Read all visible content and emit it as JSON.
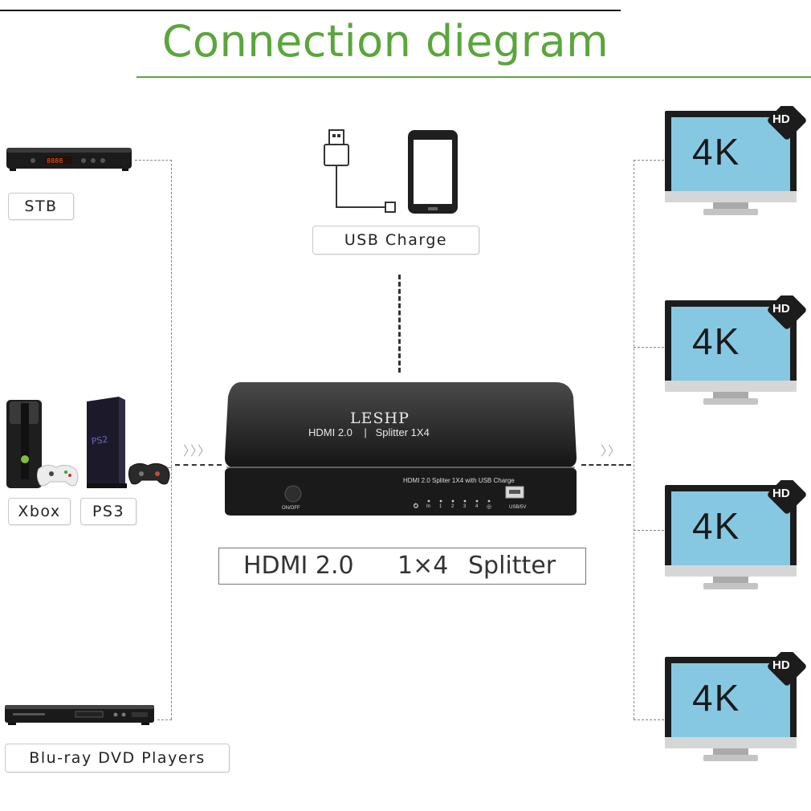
{
  "header": {
    "title": "Connection diegram"
  },
  "sources": {
    "stb": {
      "label": "STB"
    },
    "xbox": {
      "label": "Xbox"
    },
    "ps3": {
      "label": "PS3"
    },
    "bluray": {
      "label": "Blu-ray DVD Players"
    }
  },
  "usb": {
    "label": "USB Charge"
  },
  "splitter": {
    "brand": "LESHP",
    "subtitle_left": "HDMI 2.0",
    "subtitle_sep": "|",
    "subtitle_right": "Splitter 1X4",
    "front_caption": "HDMI 2.0 Spliter 1X4 with USB Charge",
    "power_label": "ON/OFF",
    "indicator_in": "In",
    "indicators": [
      "1",
      "2",
      "3",
      "4"
    ],
    "usb_port_label": "USB/5V"
  },
  "main_label": {
    "part1": "HDMI 2.0",
    "part2": "1×4",
    "part3": "Splitter"
  },
  "monitors": [
    {
      "screen_text": "4K",
      "badge": "HD"
    },
    {
      "screen_text": "4K",
      "badge": "HD"
    },
    {
      "screen_text": "4K",
      "badge": "HD"
    },
    {
      "screen_text": "4K",
      "badge": "HD"
    }
  ],
  "chevrons": {
    "left": "〉〉〉",
    "right": "〉〉"
  },
  "colors": {
    "title": "#5aa63c",
    "screen": "#86c8e2",
    "bezel": "#1c1c1c"
  }
}
